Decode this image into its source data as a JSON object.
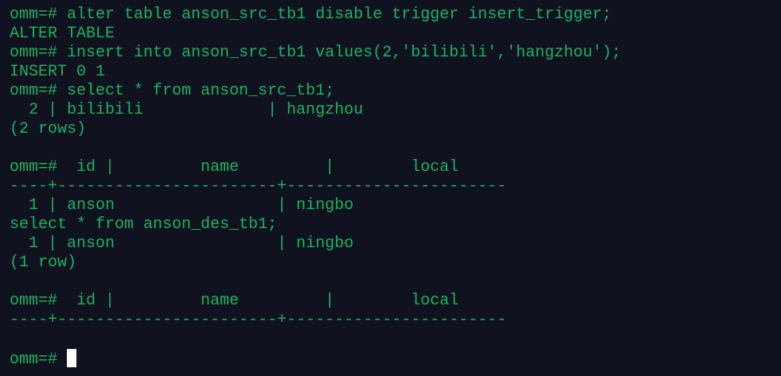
{
  "terminal": {
    "colors": {
      "background": "#10121f",
      "text": "#1db25e",
      "cursor": "#ffffff"
    },
    "lines": [
      "omm=# alter table anson_src_tb1 disable trigger insert_trigger;",
      "ALTER TABLE",
      "omm=# insert into anson_src_tb1 values(2,'bilibili','hangzhou');",
      "INSERT 0 1",
      "omm=# select * from anson_src_tb1;",
      "  2 | bilibili             | hangzhou",
      "(2 rows)",
      "",
      "omm=#  id |         name         |        local",
      "----+-----------------------+-----------------------",
      "  1 | anson                 | ningbo",
      "select * from anson_des_tb1;",
      "  1 | anson                 | ningbo",
      "(1 row)",
      "",
      "omm=#  id |         name         |        local",
      "----+-----------------------+-----------------------",
      ""
    ],
    "prompt": "omm=# "
  }
}
